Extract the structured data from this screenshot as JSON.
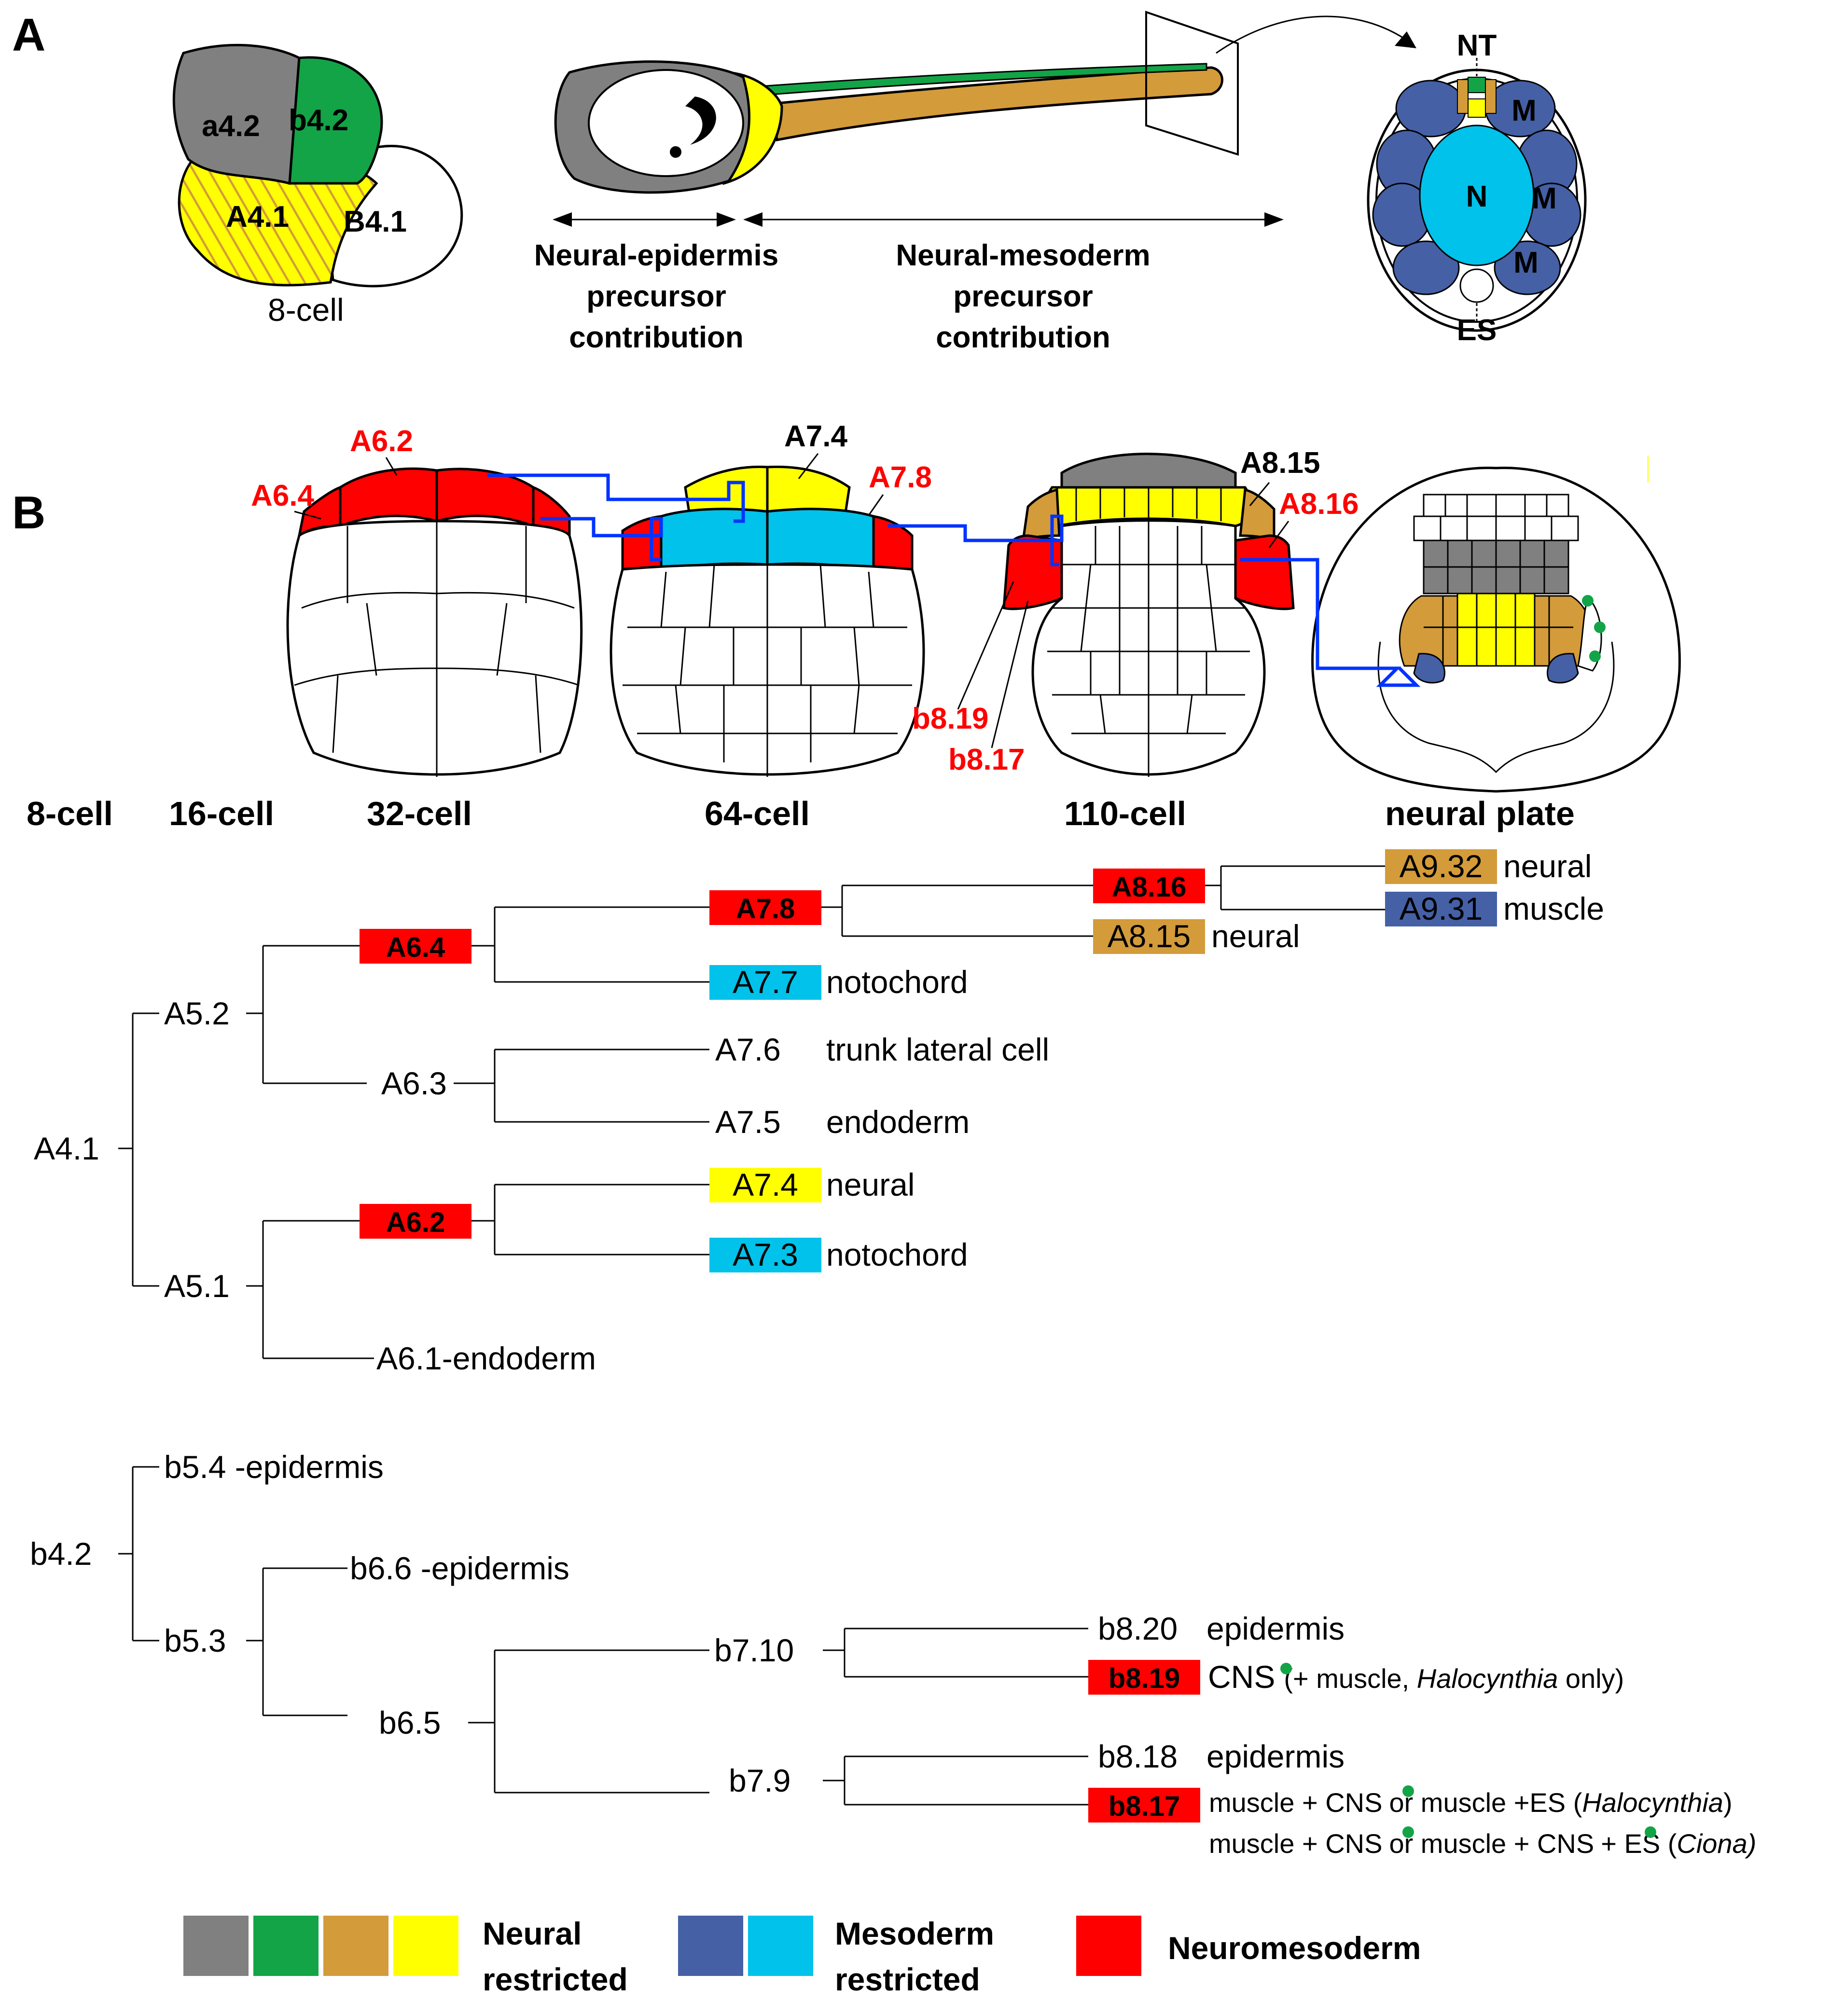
{
  "panels": {
    "a": "A",
    "b": "B"
  },
  "colors": {
    "grey": "#808080",
    "green": "#12a446",
    "tan": "#d39b39",
    "yellow": "#ffff00",
    "dark_blue": "#4560a5",
    "cyan": "#00c2ea",
    "red": "#ff0000",
    "blue_line": "#0033ff"
  },
  "panel_a": {
    "embryo_cells": {
      "a42": "a4.2",
      "b42": "b4.2",
      "a41": "A4.1",
      "b41": "B4.1",
      "stage": "8-cell"
    },
    "contrib_left": [
      "Neural-epidermis",
      "precursor",
      "contribution"
    ],
    "contrib_right": [
      "Neural-mesoderm",
      "precursor",
      "contribution"
    ],
    "section": {
      "nt": "NT",
      "n": "N",
      "m": "M",
      "es": "ES"
    }
  },
  "panel_b": {
    "embryo_labels": {
      "a64": "A6.4",
      "a62": "A6.2",
      "a74": "A7.4",
      "a78": "A7.8",
      "a815": "A8.15",
      "a816": "A8.16",
      "b819": "b8.19",
      "b817": "b8.17"
    },
    "stages": [
      "8-cell",
      "16-cell",
      "32-cell",
      "64-cell",
      "110-cell",
      "neural plate"
    ],
    "tree": {
      "a41": "A4.1",
      "a52": "A5.2",
      "a51": "A5.1",
      "a64": "A6.4",
      "a63": "A6.3",
      "a62": "A6.2",
      "a61": "A6.1-endoderm",
      "a78": "A7.8",
      "a77": "A7.7",
      "a77_fate": "notochord",
      "a76": "A7.6",
      "a76_fate": "trunk lateral cell",
      "a75": "A7.5",
      "a75_fate": "endoderm",
      "a74": "A7.4",
      "a74_fate": "neural",
      "a73": "A7.3",
      "a73_fate": "notochord",
      "a816": "A8.16",
      "a815": "A8.15",
      "a815_fate": "neural",
      "a932": "A9.32",
      "a932_fate": "neural",
      "a931": "A9.31",
      "a931_fate": "muscle",
      "b42": "b4.2",
      "b54": "b5.4 -epidermis",
      "b53": "b5.3",
      "b66": "b6.6 -epidermis",
      "b65": "b6.5",
      "b710": "b7.10",
      "b79": "b7.9",
      "b820": "b8.20",
      "b820_fate": "epidermis",
      "b819": "b8.19",
      "b819_fate_a": "CNS",
      "b819_fate_b": "(+ muscle, ",
      "b819_fate_species": "Halocynthia",
      "b819_fate_c": " only)",
      "b818": "b8.18",
      "b818_fate": "epidermis",
      "b817": "b8.17",
      "b817_line1_a": "muscle + CNS",
      "b817_line1_b": "or muscle +ES (",
      "b817_line1_species": "Halocynthia",
      "b817_line1_c": ")",
      "b817_line2_a": "muscle + CNS",
      "b817_line2_b": "or muscle + CNS",
      "b817_line2_c": "+ ES (",
      "b817_line2_species": "Ciona)"
    }
  },
  "legend": {
    "neural": [
      "Neural",
      "restricted"
    ],
    "mesoderm": [
      "Mesoderm",
      "restricted"
    ],
    "neuromesoderm": "Neuromesoderm"
  }
}
